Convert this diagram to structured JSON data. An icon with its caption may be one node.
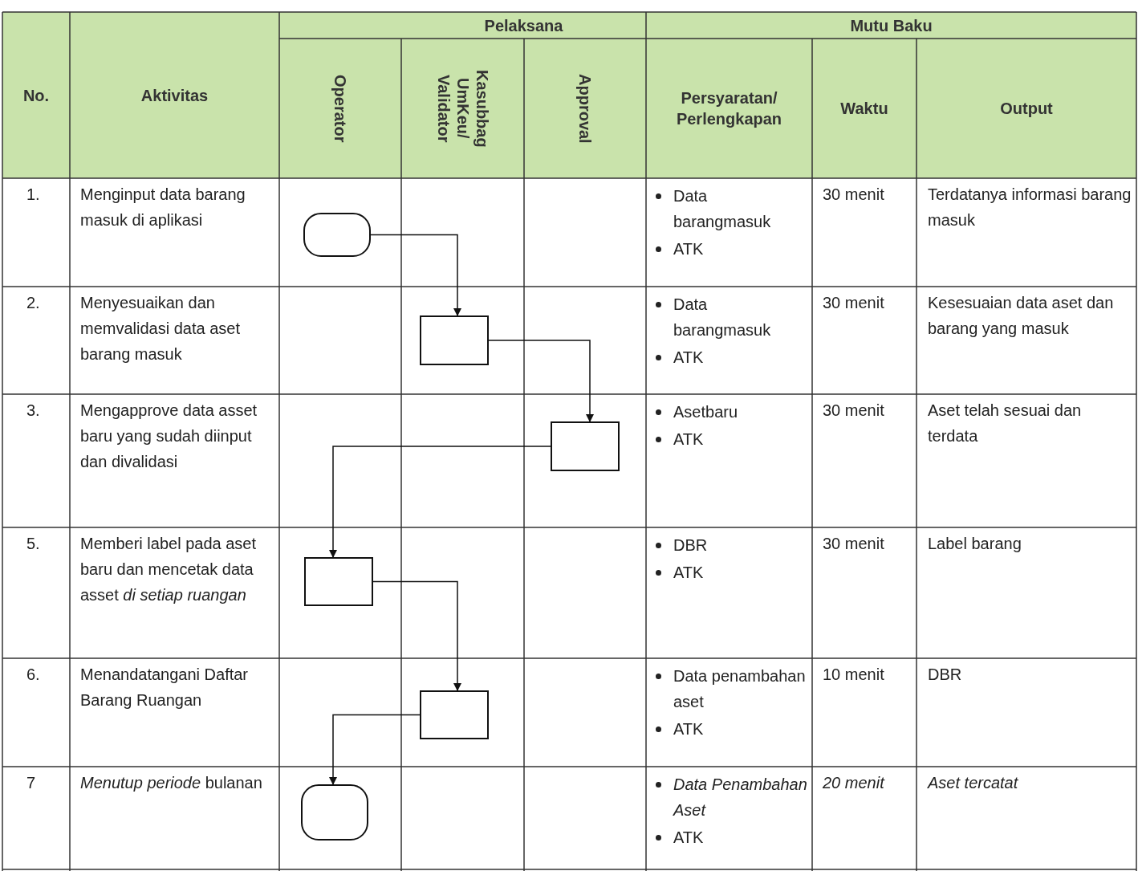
{
  "diagram": {
    "nodes": [
      {
        "text": [],
        "shape": "terminator"
      },
      {
        "text": [],
        "shape": "box"
      },
      {
        "text": [],
        "shape": "box"
      },
      {
        "text": [],
        "shape": "box"
      },
      {
        "text": [],
        "shape": "box"
      },
      {
        "text": [],
        "shape": "terminator"
      }
    ],
    "edges": [
      {
        "from": 0,
        "to": 1,
        "arrow": "to"
      },
      {
        "from": 1,
        "to": 2,
        "arrow": "to"
      },
      {
        "from": 2,
        "to": 3,
        "arrow": "to"
      },
      {
        "from": 3,
        "to": 4,
        "arrow": "to"
      },
      {
        "from": 4,
        "to": 5,
        "arrow": "to"
      }
    ],
    "labels": [
      "No.",
      "Aktivitas",
      "Pelaksana",
      "Mutu Baku",
      "Operator",
      "Kasubbag UmKeu/ Validator",
      "Approval",
      "Persyaratan/ Perlengkapan",
      "Waktu",
      "Output",
      "1.",
      "Menginput data barang masuk di aplikasi",
      "Data barangmasuk",
      "ATK",
      "30 menit",
      "Terdatanya informasi barang masuk",
      "2.",
      "Menyesuaikan dan memvalidasi data aset barang masuk",
      "Data barangmasuk",
      "ATK",
      "30 menit",
      "Kesesuaian data aset dan barang yang masuk",
      "3.",
      "Mengapprove data asset baru yang sudah diinput dan divalidasi",
      "Asetbaru",
      "ATK",
      "30 menit",
      "Aset telah sesuai dan terdata",
      "5.",
      "Memberi label pada aset baru dan mencetak data asset *di setiap ruangan*",
      "DBR",
      "ATK",
      "30 menit",
      "Label barang",
      "6.",
      "Menandatangani Daftar Barang Ruangan",
      "Data penambahan aset",
      "ATK",
      "10 menit",
      "DBR",
      "7",
      "*Menutup periode* bulanan",
      "Data Penambahan Aset",
      "ATK",
      "20 menit",
      "Aset tercatat"
    ]
  }
}
